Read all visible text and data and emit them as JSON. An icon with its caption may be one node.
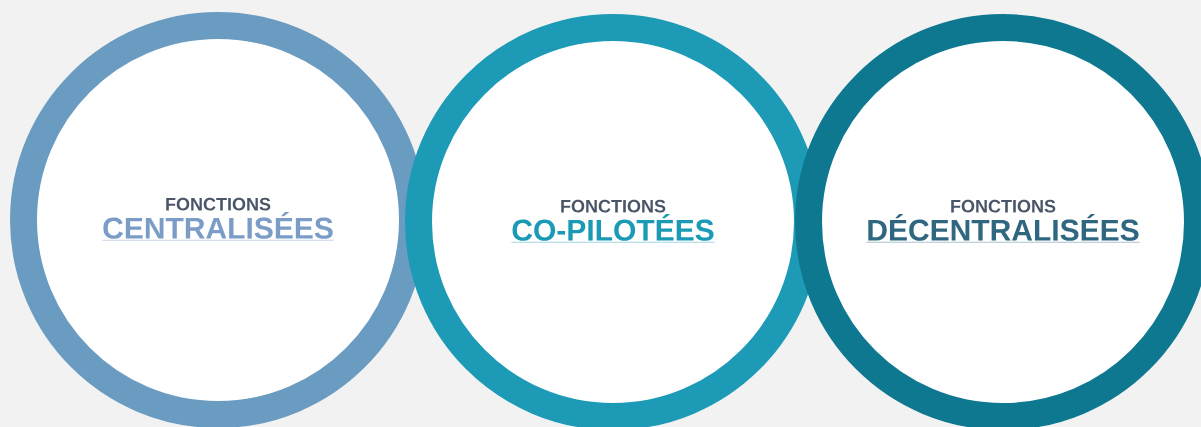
{
  "diagram": {
    "nodes": [
      {
        "text": [
          "FONCTIONS",
          "CENTRALISÉES"
        ]
      },
      {
        "text": [
          "FONCTIONS",
          "CO-PILOTÉES"
        ]
      },
      {
        "text": [
          "FONCTIONS",
          "DÉCENTRALISÉES"
        ]
      }
    ]
  }
}
